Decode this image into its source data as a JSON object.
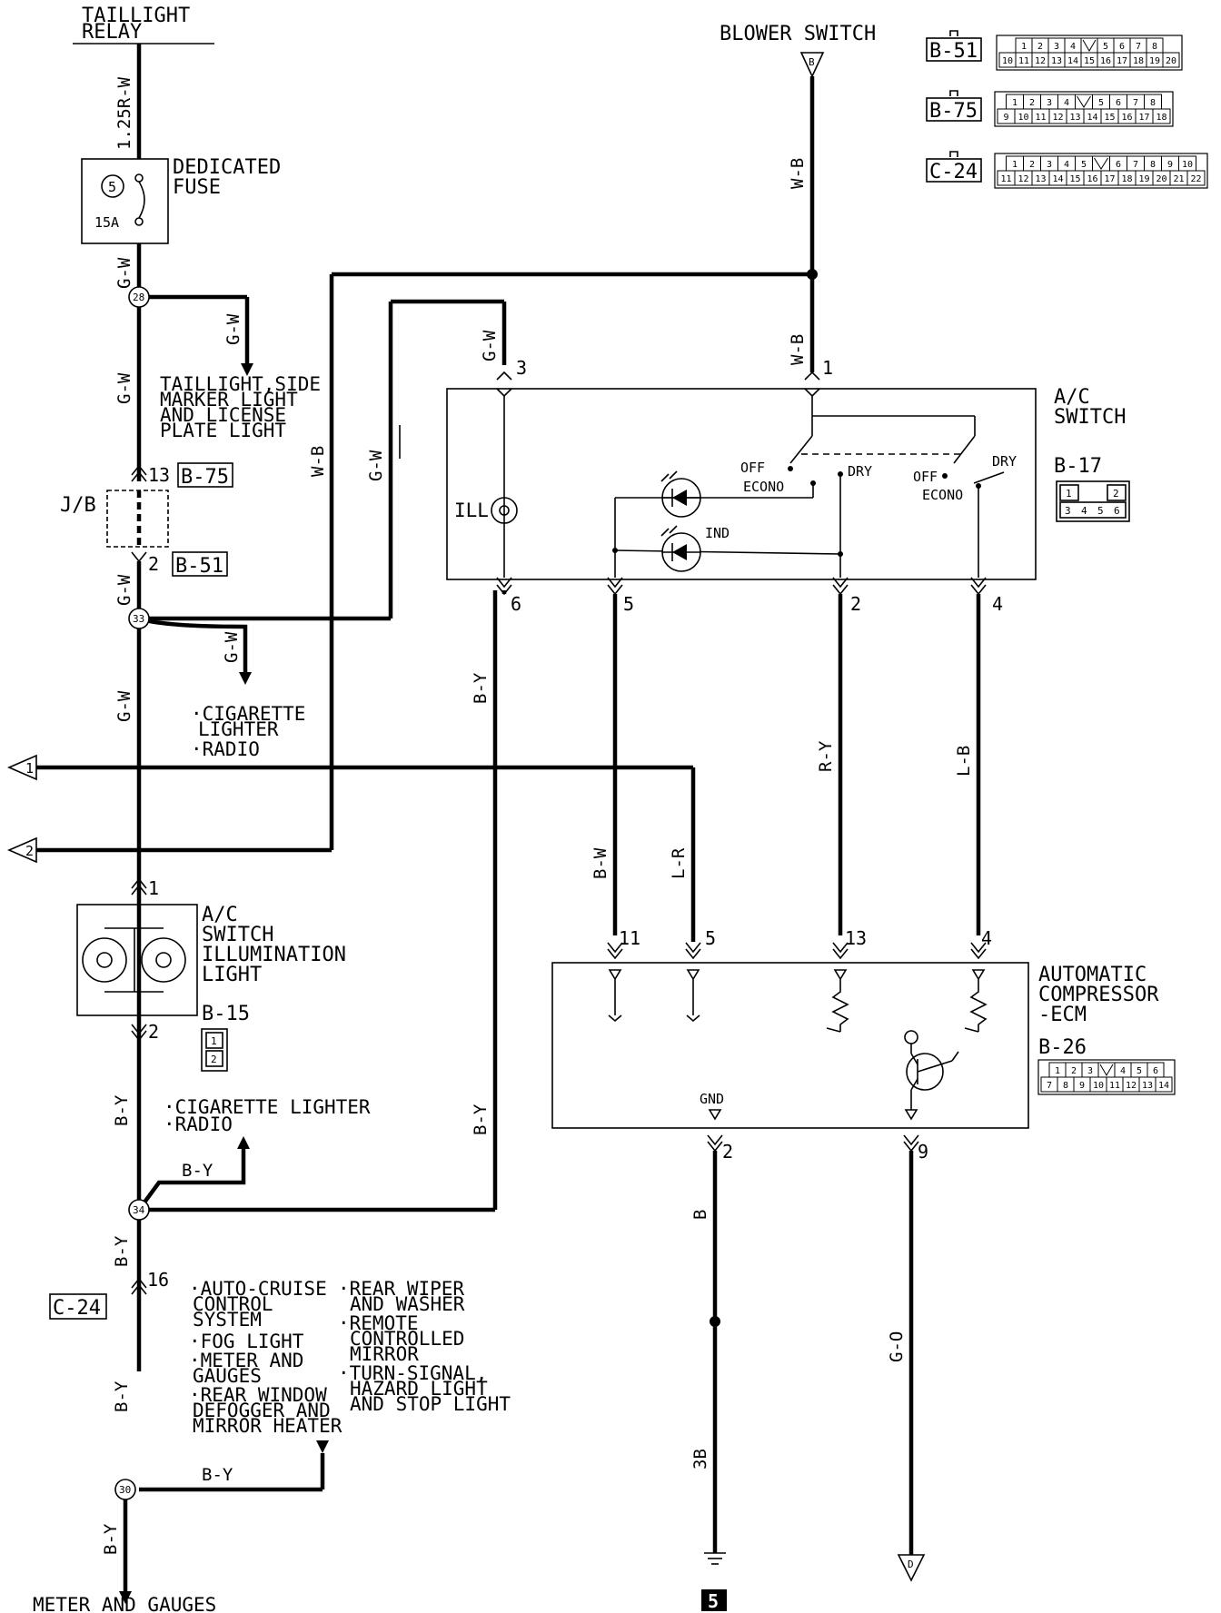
{
  "labels": {
    "taillight_relay": [
      "TAILLIGHT",
      "RELAY"
    ],
    "wire_125rw": "1.25R-W",
    "dedicated_fuse": [
      "DEDICATED",
      "FUSE"
    ],
    "fuse_number": "5",
    "fuse_rating": "15A",
    "gw": "G-W",
    "wb": "W-B",
    "by": "B-Y",
    "bw": "B-W",
    "lr": "L-R",
    "ry": "R-Y",
    "lb": "L-B",
    "b": "B",
    "go": "G-O",
    "taillight_side_marker": [
      "TAILLIGHT,SIDE",
      "MARKER LIGHT",
      "AND LICENSE",
      "PLATE LIGHT"
    ],
    "jb": "J/B",
    "cig_radio_1": [
      "·CIGARETTE",
      "LIGHTER",
      "·RADIO"
    ],
    "cig_radio_2": [
      "·CIGARETTE LIGHTER",
      "·RADIO"
    ],
    "blower_switch": "BLOWER SWITCH",
    "ac_switch": [
      "A/C",
      "SWITCH"
    ],
    "ac_switch_illum": [
      "A/C",
      "SWITCH",
      "ILLUMINATION",
      "LIGHT"
    ],
    "auto_comp_ecm": [
      "AUTOMATIC",
      "COMPRESSOR",
      "-ECM"
    ],
    "ill": "ILL",
    "ind": "IND",
    "off": "OFF",
    "econo": "ECONO",
    "dry": "DRY",
    "gnd": "GND",
    "meter_gauges": "METER AND GAUGES",
    "list_left": [
      "·AUTO-CRUISE",
      "CONTROL",
      "SYSTEM",
      "·FOG LIGHT",
      "·METER AND",
      "GAUGES",
      "·REAR WINDOW",
      "DEFOGGER AND",
      "MIRROR HEATER"
    ],
    "list_right": [
      "·REAR WIPER",
      "AND WASHER",
      "·REMOTE",
      "CONTROLLED",
      "MIRROR",
      "·TURN-SIGNAL,",
      "HAZARD LIGHT",
      "AND STOP LIGHT"
    ],
    "ground_3b": "3B",
    "page_marker": "5"
  },
  "connectors": {
    "b51": "B-51",
    "b75": "B-75",
    "c24": "C-24",
    "b17": "B-17",
    "b15": "B-15",
    "b26": "B-26"
  },
  "nodes": {
    "n28": "28",
    "n33": "33",
    "n34": "34",
    "n30": "30",
    "arrow_1": "1",
    "arrow_2": "2",
    "blower_b": "B",
    "ground_d": "D",
    "fuse_5": "5"
  },
  "pins": {
    "jb_13": "13",
    "jb_2": "2",
    "acs_3": "3",
    "acs_1": "1",
    "acs_6": "6",
    "acs_5": "5",
    "acs_2": "2",
    "acs_4": "4",
    "illum_1": "1",
    "illum_2": "2",
    "ecm_11": "11",
    "ecm_5": "5",
    "ecm_13": "13",
    "ecm_4": "4",
    "ecm_2": "2",
    "ecm_9": "9",
    "c24_16": "16"
  },
  "connector_grids": {
    "b51": {
      "row1": [
        "1",
        "2",
        "3",
        "4",
        "",
        "5",
        "6",
        "7",
        "8"
      ],
      "row2": [
        "10",
        "11",
        "12",
        "13",
        "14",
        "15",
        "16",
        "17",
        "18",
        "19",
        "20"
      ]
    },
    "b75": {
      "row1": [
        "1",
        "2",
        "3",
        "4",
        "",
        "5",
        "6",
        "7",
        "8"
      ],
      "row2": [
        "9",
        "10",
        "11",
        "12",
        "13",
        "14",
        "15",
        "16",
        "17",
        "18"
      ]
    },
    "c24": {
      "row1": [
        "1",
        "2",
        "3",
        "4",
        "5",
        "",
        "6",
        "7",
        "8",
        "9",
        "10"
      ],
      "row2": [
        "11",
        "12",
        "13",
        "14",
        "15",
        "16",
        "17",
        "18",
        "19",
        "20",
        "21",
        "22"
      ]
    },
    "b17": {
      "row1": [
        "1",
        "",
        "2"
      ],
      "row2": [
        "3",
        "4",
        "5",
        "6"
      ]
    },
    "b15": {
      "rows": [
        "1",
        "2"
      ]
    },
    "b26": {
      "row1": [
        "1",
        "2",
        "3",
        "",
        "4",
        "5",
        "6"
      ],
      "row2": [
        "7",
        "8",
        "9",
        "10",
        "11",
        "12",
        "13",
        "14"
      ]
    }
  }
}
